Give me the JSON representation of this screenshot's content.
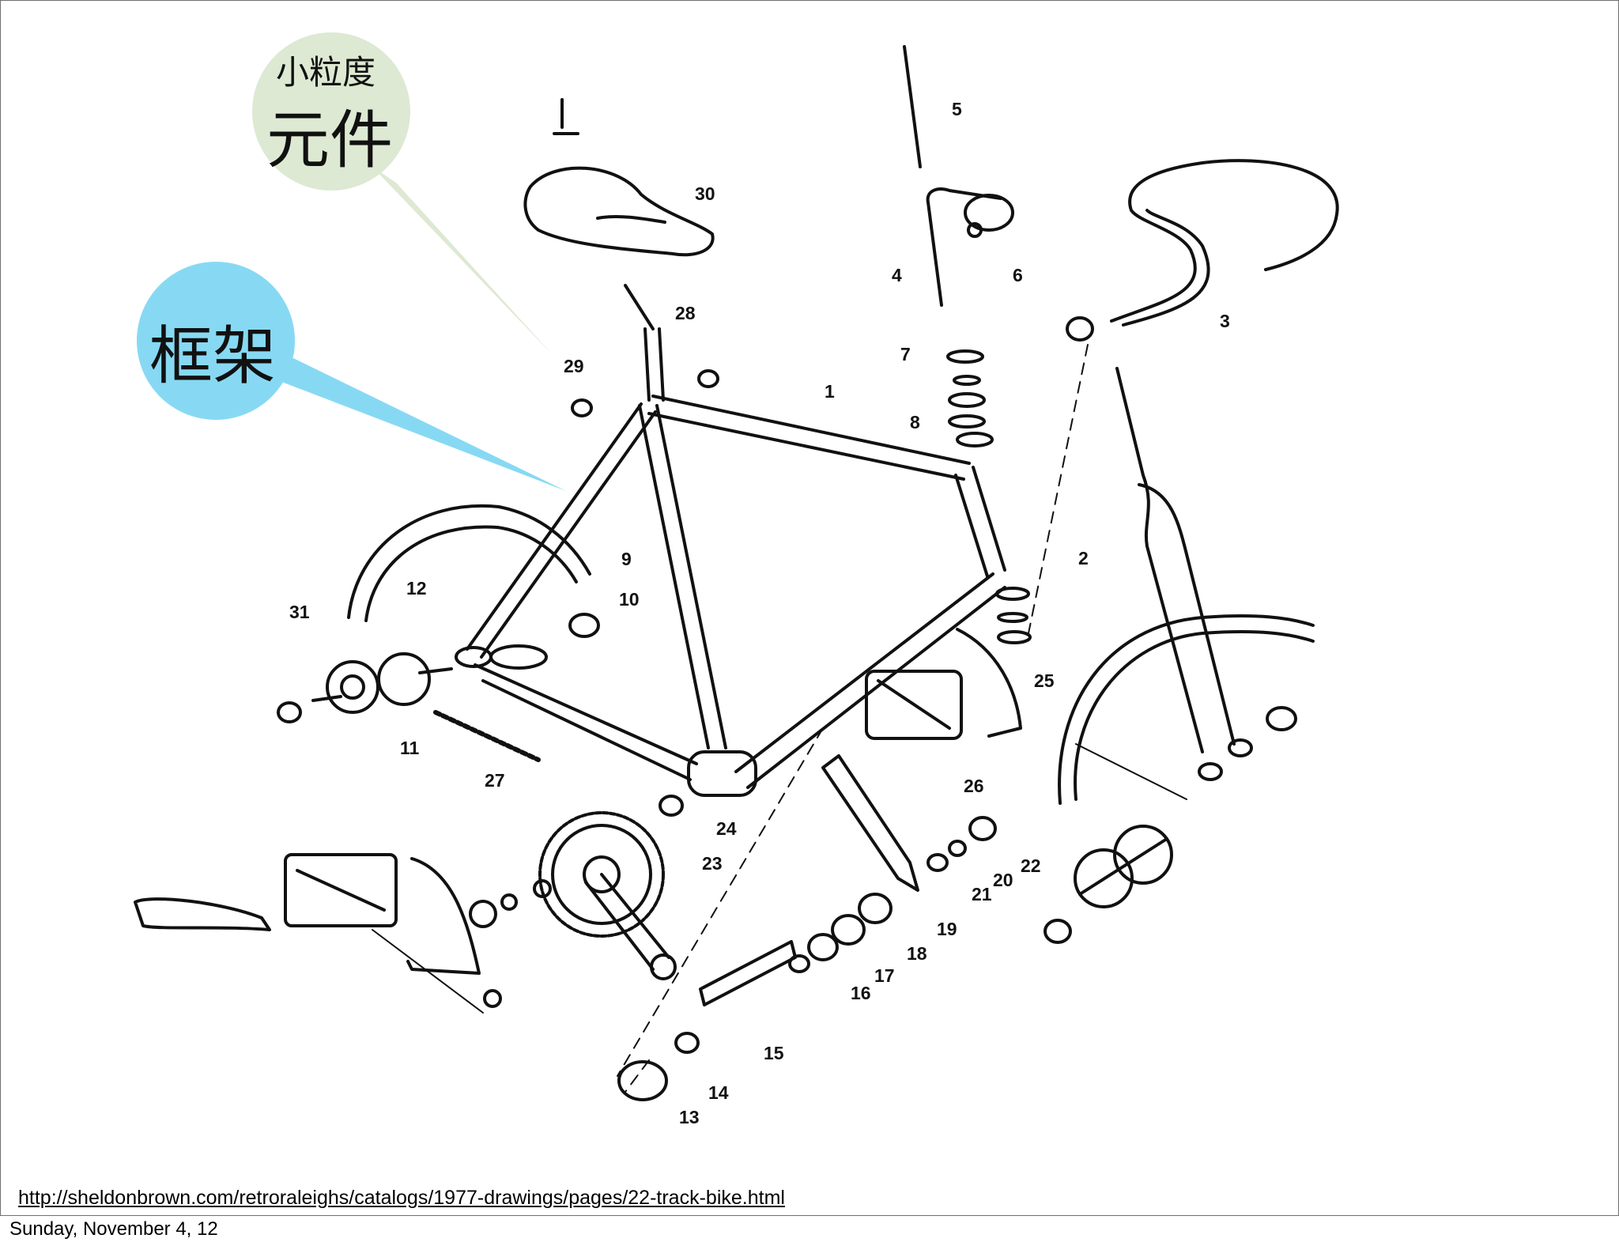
{
  "callouts": {
    "component": {
      "line1": "小粒度",
      "line2": "元件",
      "color": "#dde9d2"
    },
    "frame": {
      "label": "框架",
      "color": "#87d9f3"
    }
  },
  "part_numbers": [
    "1",
    "2",
    "3",
    "4",
    "5",
    "6",
    "7",
    "8",
    "9",
    "10",
    "11",
    "12",
    "13",
    "14",
    "15",
    "16",
    "17",
    "18",
    "19",
    "20",
    "21",
    "22",
    "23",
    "24",
    "25",
    "26",
    "27",
    "28",
    "29",
    "30",
    "31"
  ],
  "source_url": "http://sheldonbrown.com/retroraleighs/catalogs/1977-drawings/pages/22-track-bike.html",
  "footer_date": "Sunday, November 4, 12"
}
